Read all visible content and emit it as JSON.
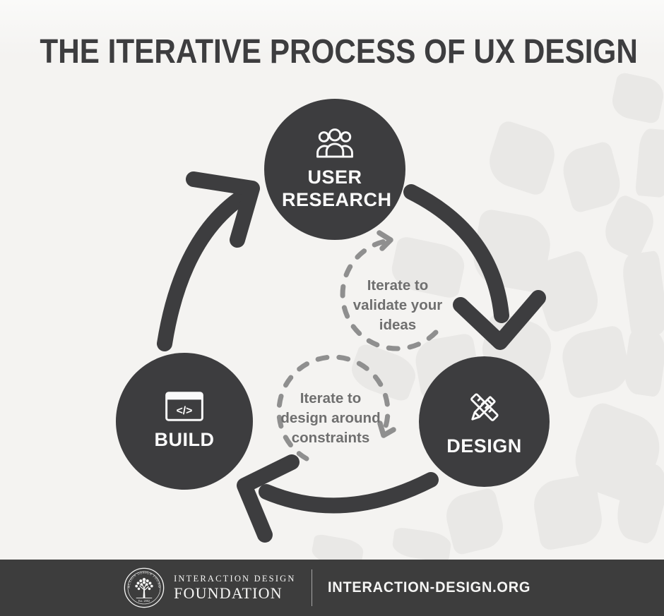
{
  "title": "THE ITERATIVE PROCESS OF UX DESIGN",
  "diagram": {
    "nodes": [
      {
        "id": "user-research",
        "label": "USER RESEARCH",
        "icon": "users-group-icon"
      },
      {
        "id": "design",
        "label": "DESIGN",
        "icon": "pencil-ruler-icon"
      },
      {
        "id": "build",
        "label": "BUILD",
        "icon": "code-window-icon"
      }
    ],
    "loops": [
      {
        "id": "iterate-validate",
        "lines": [
          "Iterate to",
          "validate your",
          "ideas"
        ]
      },
      {
        "id": "iterate-constraints",
        "lines": [
          "Iterate to",
          "design around",
          "constraints"
        ]
      }
    ]
  },
  "icons": {
    "code_glyph": "</>"
  },
  "footer": {
    "org_line1": "INTERACTION DESIGN",
    "org_line2": "FOUNDATION",
    "logo_ring_text": "INTERACTION DESIGN FOUNDATION",
    "logo_est": "Est. 2002",
    "website": "INTERACTION-DESIGN.ORG"
  },
  "colors": {
    "background": "#f4f3f1",
    "ink": "#3d3d3f",
    "petal": "#e9e8e6",
    "dashed_gray": "#8f8f8f",
    "loop_text": "#6f6f6f",
    "footer_bg": "#3d3d3d",
    "text_on_dark": "#fafafa"
  }
}
